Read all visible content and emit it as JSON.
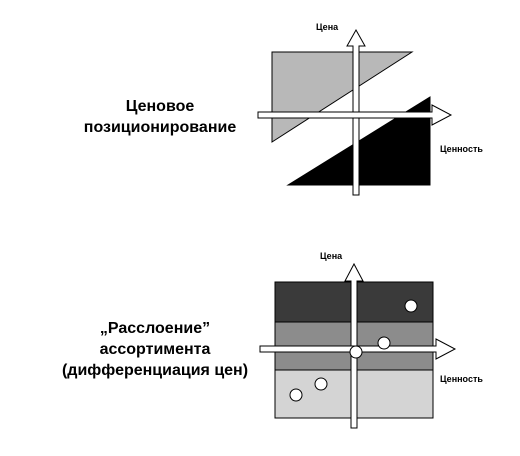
{
  "diagram_top": {
    "caption_lines": [
      "Ценовое",
      "позиционирование"
    ],
    "y_axis_label": "Цена",
    "x_axis_label": "Ценность"
  },
  "diagram_bottom": {
    "caption_lines": [
      "„Расслоение”",
      "ассортимента",
      "(дифференциация цен)"
    ],
    "y_axis_label": "Цена",
    "x_axis_label": "Ценность"
  },
  "colors": {
    "light_triangle": "#b8b8b8",
    "dark_triangle": "#000000",
    "band_top": "#3a3a3a",
    "band_middle": "#8c8c8c",
    "band_bottom": "#d4d4d4"
  }
}
